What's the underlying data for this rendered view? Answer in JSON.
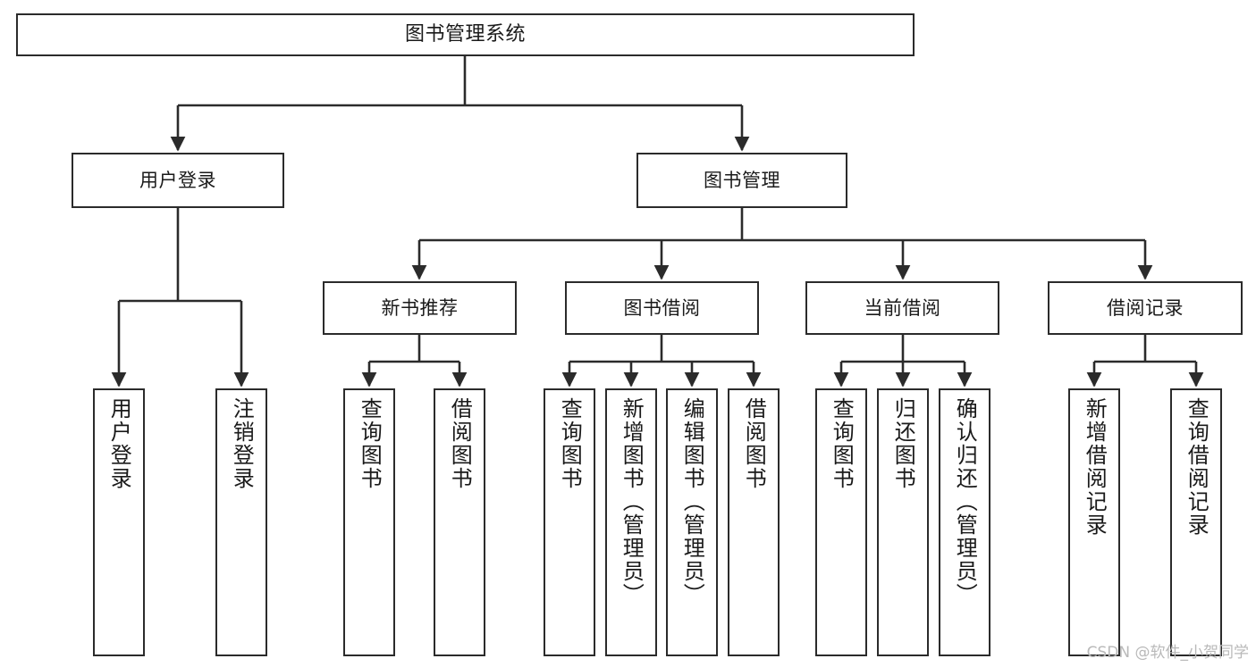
{
  "diagram": {
    "title": "图书管理系统",
    "type": "tree-hierarchy-diagram",
    "colors": {
      "box_border": "#2b2b2b",
      "box_fill": "#ffffff",
      "connector": "#2b2b2b",
      "text": "#1a1a1a",
      "watermark": "#b9b9b9",
      "background": "#ffffff"
    },
    "levels": {
      "root": "图书管理系统",
      "level2": [
        "用户登录",
        "图书管理"
      ],
      "level3": [
        "新书推荐",
        "图书借阅",
        "当前借阅",
        "借阅记录"
      ],
      "level4_groups": [
        {
          "parent": "用户登录",
          "children": [
            "用户登录",
            "注销登录"
          ]
        },
        {
          "parent": "新书推荐",
          "children": [
            "查询图书",
            "借阅图书"
          ]
        },
        {
          "parent": "图书借阅",
          "children": [
            "查询图书",
            "新增图书（管理员）",
            "编辑图书（管理员）",
            "借阅图书"
          ]
        },
        {
          "parent": "当前借阅",
          "children": [
            "查询图书",
            "归还图书",
            "确认归还（管理员）"
          ]
        },
        {
          "parent": "借阅记录",
          "children": [
            "新增借阅记录",
            "查询借阅记录"
          ]
        }
      ]
    },
    "nodes": {
      "root": "图书管理系统",
      "user_login": "用户登录",
      "book_manage": "图书管理",
      "new_book_rec": "新书推荐",
      "book_borrow": "图书借阅",
      "current_borrow": "当前借阅",
      "borrow_record": "借阅记录",
      "leaf_user_login": "用户登录",
      "leaf_logout": "注销登录",
      "leaf_query_book_1": "查询图书",
      "leaf_borrow_book_1": "借阅图书",
      "leaf_query_book_2": "查询图书",
      "leaf_add_book": "新增图书（管理员）",
      "leaf_edit_book": "编辑图书（管理员）",
      "leaf_borrow_book_2": "借阅图书",
      "leaf_query_book_3": "查询图书",
      "leaf_return_book": "归还图书",
      "leaf_confirm_return": "确认归还（管理员）",
      "leaf_add_record": "新增借阅记录",
      "leaf_query_record": "查询借阅记录"
    },
    "watermark": "CSDN @软件_小贺同学"
  }
}
